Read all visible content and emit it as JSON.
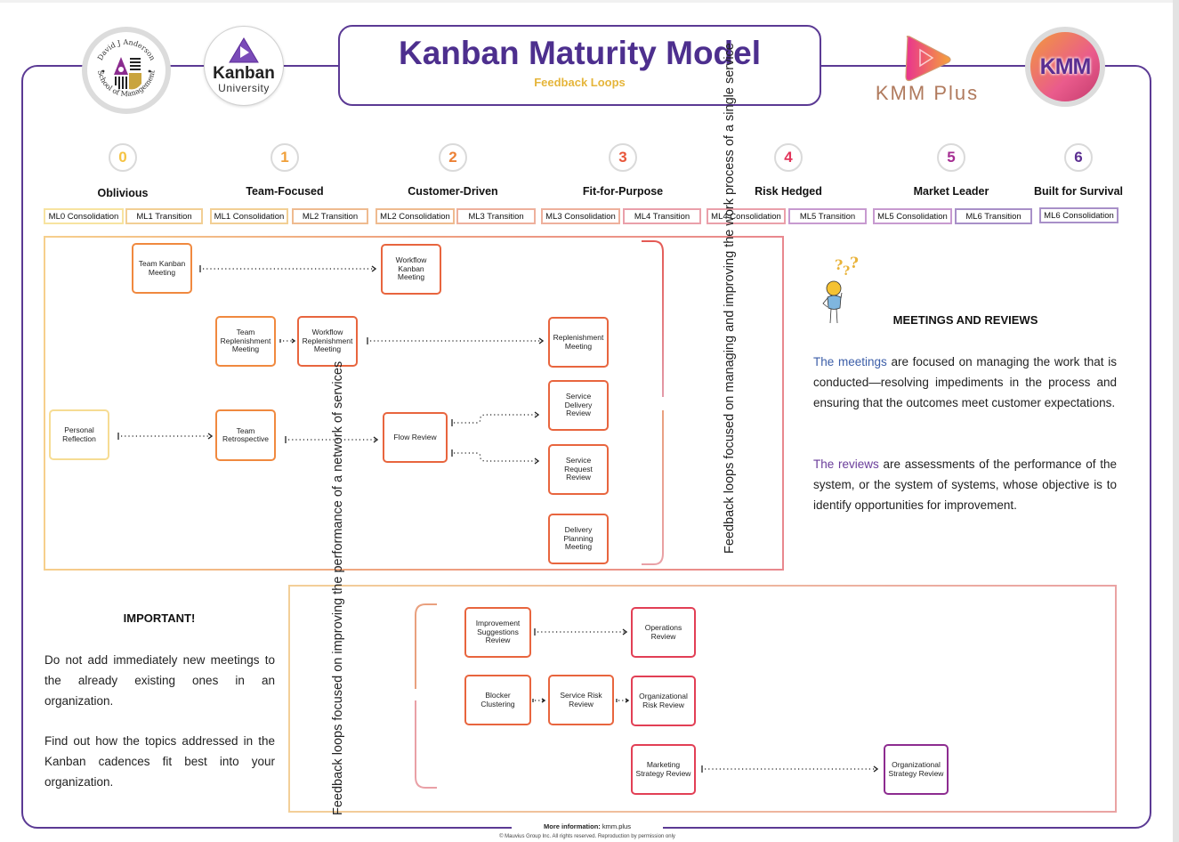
{
  "header": {
    "title": "Kanban Maturity Model",
    "subtitle": "Feedback Loops",
    "logos": {
      "dja_top": "David J Anderson",
      "dja_bottom": "School of Management",
      "ku_word": "Kanban",
      "ku_sub": "University",
      "kmm_plus": "KMM Plus",
      "kmm": "KMM"
    }
  },
  "levels": [
    {
      "number": "0",
      "name": "Oblivious",
      "color": "#f5c342"
    },
    {
      "number": "1",
      "name": "Team-Focused",
      "color": "#f0a03a"
    },
    {
      "number": "2",
      "name": "Customer-Driven",
      "color": "#ec8135"
    },
    {
      "number": "3",
      "name": "Fit-for-Purpose",
      "color": "#e8563a"
    },
    {
      "number": "4",
      "name": "Risk Hedged",
      "color": "#e2345a"
    },
    {
      "number": "5",
      "name": "Market Leader",
      "color": "#a52d92"
    },
    {
      "number": "6",
      "name": "Built for Survival",
      "color": "#5b2e91"
    }
  ],
  "tags": [
    {
      "label": "ML0 Consolidation",
      "color": "#f7e3a0"
    },
    {
      "label": "ML1 Transition",
      "color": "#f2cf94"
    },
    {
      "label": "ML1 Consolidation",
      "color": "#f2cf94"
    },
    {
      "label": "ML2 Transition",
      "color": "#efbb90"
    },
    {
      "label": "ML2 Consolidation",
      "color": "#efbb90"
    },
    {
      "label": "ML3 Transition",
      "color": "#eeb09c"
    },
    {
      "label": "ML3 Consolidation",
      "color": "#eeb09c"
    },
    {
      "label": "ML4 Transition",
      "color": "#eaa0aa"
    },
    {
      "label": "ML4 Consolidation",
      "color": "#eaa0aa"
    },
    {
      "label": "ML5 Transition",
      "color": "#c79ad0"
    },
    {
      "label": "ML5 Consolidation",
      "color": "#c79ad0"
    },
    {
      "label": "ML6 Transition",
      "color": "#a890c8"
    },
    {
      "label": "ML6 Consolidation",
      "color": "#a890c8"
    }
  ],
  "service_loops": {
    "caption": "Feedback loops focused on managing and improving the work process of a single service",
    "nodes": {
      "team_kanban": "Team Kanban Meeting",
      "workflow_kanban": "Workflow Kanban Meeting",
      "team_replenishment": "Team Replenishment Meeting",
      "workflow_replenishment": "Workflow Replenishment Meeting",
      "replenishment": "Replenishment Meeting",
      "personal_reflection": "Personal Reflection",
      "team_retrospective": "Team Retrospective",
      "flow_review": "Flow Review",
      "service_delivery_review": "Service Delivery Review",
      "service_request_review": "Service Request Review",
      "delivery_planning": "Delivery Planning Meeting"
    }
  },
  "network_loops": {
    "caption": "Feedback loops focused on improving the performance of a network of services",
    "nodes": {
      "improvement_suggestions": "Improvement Suggestions Review",
      "operations": "Operations Review",
      "blocker_clustering": "Blocker Clustering",
      "service_risk": "Service Risk Review",
      "org_risk": "Organizational Risk Review",
      "marketing_strategy": "Marketing Strategy Review",
      "org_strategy": "Organizational Strategy Review"
    }
  },
  "meetings_reviews": {
    "heading": "MEETINGS AND REVIEWS",
    "p1_highlight": "The meetings",
    "p1_rest": " are focused on managing the work that is conducted—resolving impediments in the process and ensuring that the outcomes meet customer expectations.",
    "p2_highlight": "The reviews",
    "p2_rest": " are assessments of the performance of the system, or the system of systems, whose objective is to identify opportunities for improvement."
  },
  "important": {
    "heading": "IMPORTANT!",
    "p1": "Do not add immediately new meetings to the already existing ones in an organization.",
    "p2": "Find out how the topics addressed in the Kanban cadences fit best into your organization."
  },
  "footer": {
    "more_label": "More information:",
    "more_link": "kmm.plus",
    "copyright": "© Mauvius Group Inc. All rights reserved. Reproduction by permission only"
  }
}
